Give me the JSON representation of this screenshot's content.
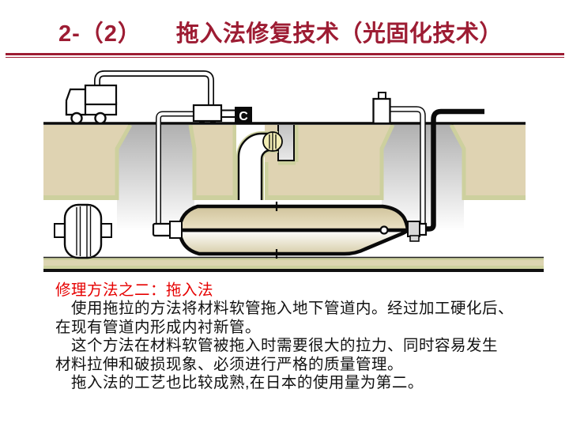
{
  "slide": {
    "title_prefix": "2-（2）",
    "title_main": "拖入法修复技术（光固化技术）",
    "accent_color": "#9d1c33",
    "body": {
      "heading_color": "#e60000",
      "lines": [
        {
          "text": "修理方法之二：拖入法"
        },
        {
          "text": "　使用拖拉的方法将材料软管拖入地下管道内。经过加工硬化后、"
        },
        {
          "text": "在现有管道内形成内衬新管。"
        },
        {
          "text": "　这个方法在材料软管被拖入时需要很大的拉力、同时容易发生"
        },
        {
          "text": "材料拉伸和破损现象、必须进行严格的质量管理。"
        },
        {
          "text": "　拖入法的工艺也比较成熟,在日本的使用量为第二。"
        }
      ]
    },
    "diagram": {
      "camera_label": "C",
      "colors": {
        "earth": "#dfd3b2",
        "edge": "#cdd09e",
        "shaft_gray": "#b0b0b0",
        "liner_tan": "#d6cca6",
        "pulley_yellow": "#f2edb4",
        "outline": "#0a0a0a"
      }
    }
  }
}
